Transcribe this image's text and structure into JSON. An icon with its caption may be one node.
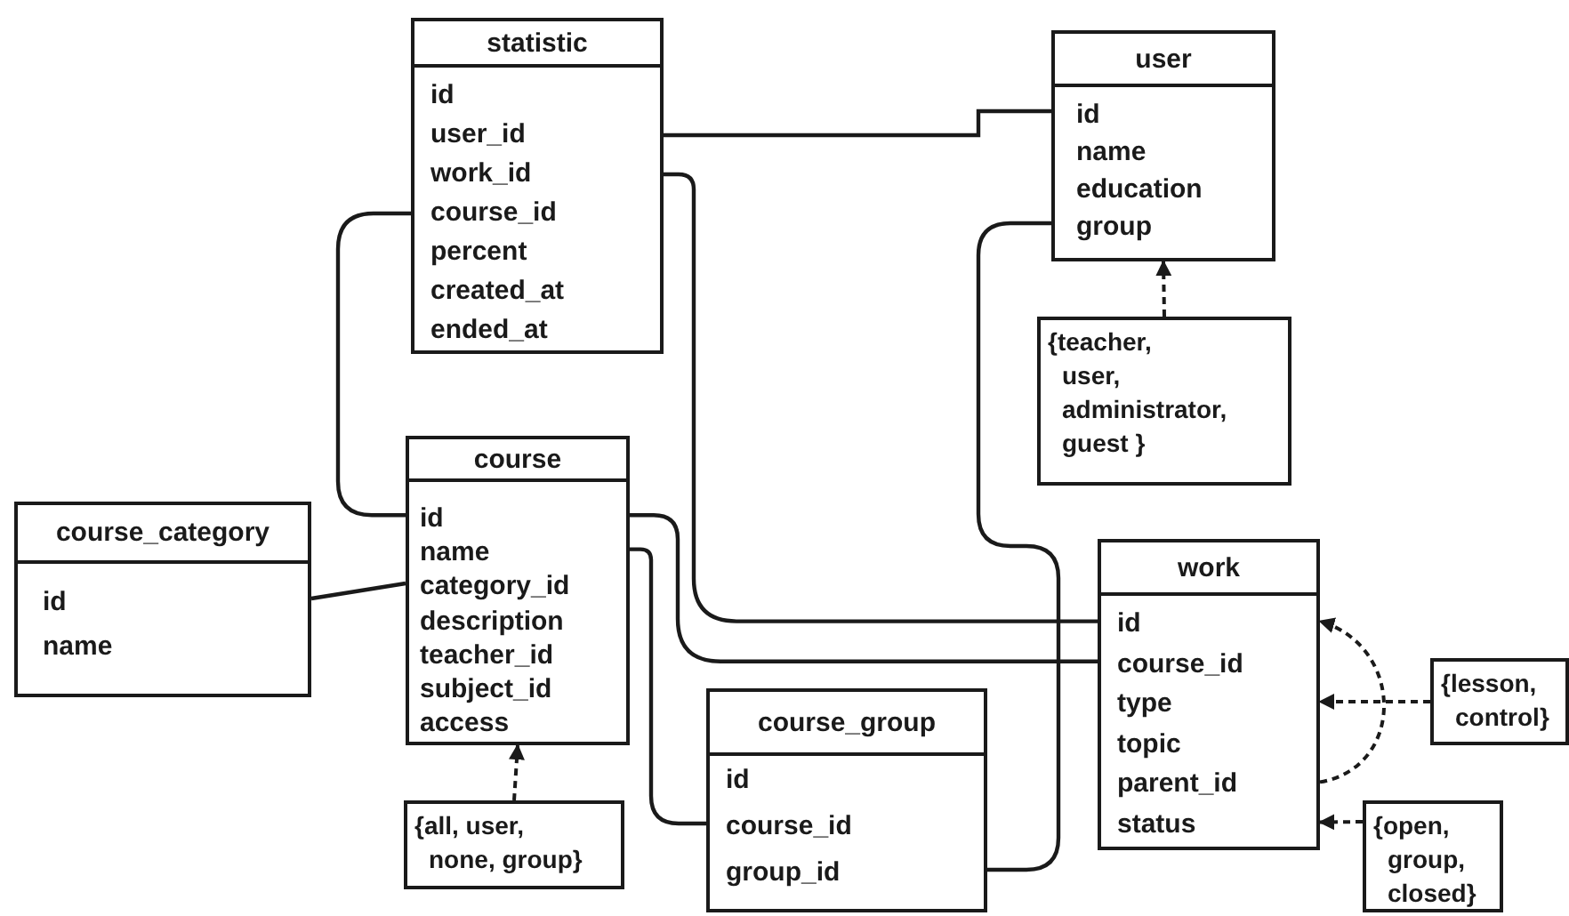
{
  "diagram": {
    "nodes": [
      {
        "text": [
          "statistic",
          "id",
          "user_id",
          "work_id",
          "course_id",
          "percent",
          "created_at",
          "ended_at"
        ]
      },
      {
        "text": [
          "user",
          "id",
          "name",
          "education",
          "group"
        ]
      },
      {
        "text": [
          "course",
          "id",
          "name",
          "category_id",
          "description",
          "teacher_id",
          "subject_id",
          "access"
        ]
      },
      {
        "text": [
          "course_category",
          "id",
          "name"
        ]
      },
      {
        "text": [
          "{teacher, user, administrator, guest }"
        ]
      },
      {
        "text": [
          "work",
          "id",
          "course_id",
          "type",
          "topic",
          "parent_id",
          "status"
        ]
      },
      {
        "text": [
          "course_group",
          "id",
          "course_id",
          "group_id"
        ]
      },
      {
        "text": [
          "{all, user, none, group}"
        ]
      },
      {
        "text": [
          "{lesson, control}"
        ]
      },
      {
        "text": [
          "{open, group, closed}"
        ]
      }
    ],
    "edges": [
      {
        "from": 0,
        "to": 1,
        "arrow": "none"
      },
      {
        "from": 0,
        "to": 2,
        "arrow": "none"
      },
      {
        "from": 0,
        "to": 5,
        "arrow": "none"
      },
      {
        "from": 1,
        "to": 6,
        "arrow": "none"
      },
      {
        "from": 3,
        "to": 2,
        "arrow": "none"
      },
      {
        "from": 2,
        "to": 5,
        "arrow": "none"
      },
      {
        "from": 2,
        "to": 6,
        "arrow": "none"
      },
      {
        "from": 4,
        "to": 1,
        "arrow": "to",
        "style": "dashed"
      },
      {
        "from": 7,
        "to": 2,
        "arrow": "to",
        "style": "dashed"
      },
      {
        "from": 8,
        "to": 5,
        "arrow": "to",
        "style": "dashed"
      },
      {
        "from": 5,
        "to": 5,
        "arrow": "to",
        "style": "dashed"
      },
      {
        "from": 9,
        "to": 5,
        "arrow": "to",
        "style": "dashed"
      }
    ]
  }
}
